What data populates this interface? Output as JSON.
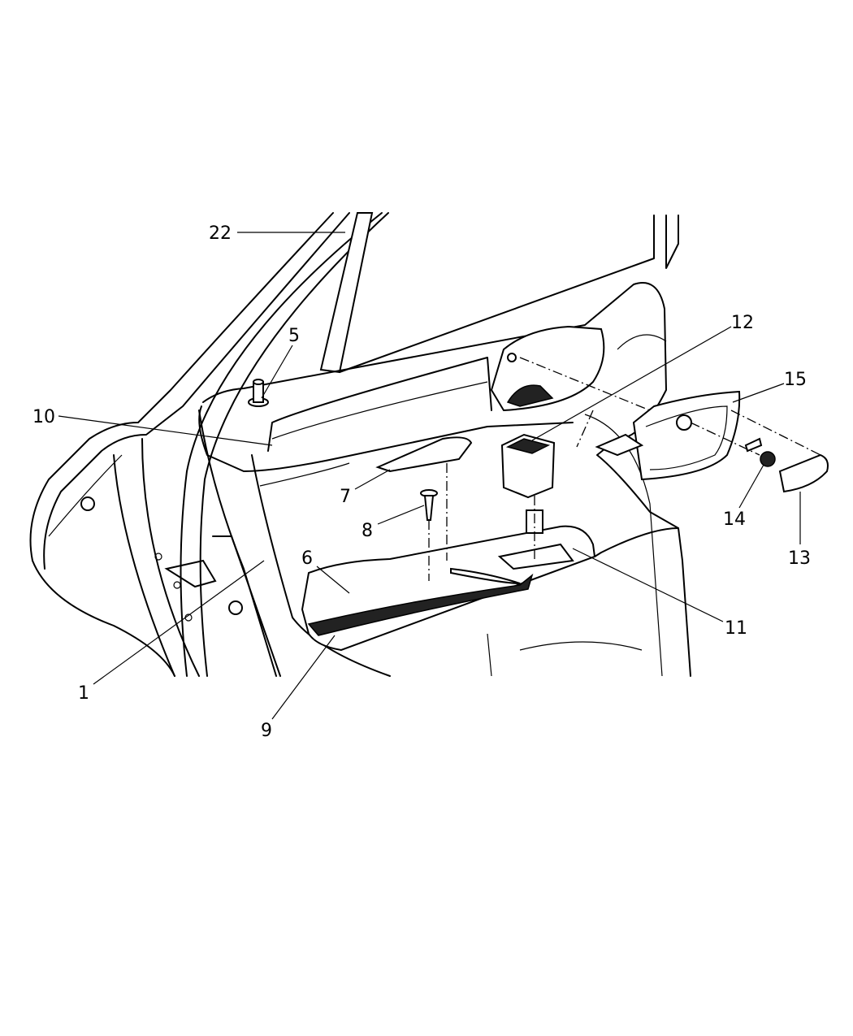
{
  "diagram": {
    "callouts": [
      {
        "id": "22",
        "text": "22"
      },
      {
        "id": "5",
        "text": "5"
      },
      {
        "id": "10",
        "text": "10"
      },
      {
        "id": "7",
        "text": "7"
      },
      {
        "id": "8",
        "text": "8"
      },
      {
        "id": "6",
        "text": "6"
      },
      {
        "id": "1",
        "text": "1"
      },
      {
        "id": "9",
        "text": "9"
      },
      {
        "id": "12",
        "text": "12"
      },
      {
        "id": "15",
        "text": "15"
      },
      {
        "id": "14",
        "text": "14"
      },
      {
        "id": "13",
        "text": "13"
      },
      {
        "id": "11",
        "text": "11"
      }
    ],
    "line_color": "#000000",
    "background": "#ffffff"
  }
}
